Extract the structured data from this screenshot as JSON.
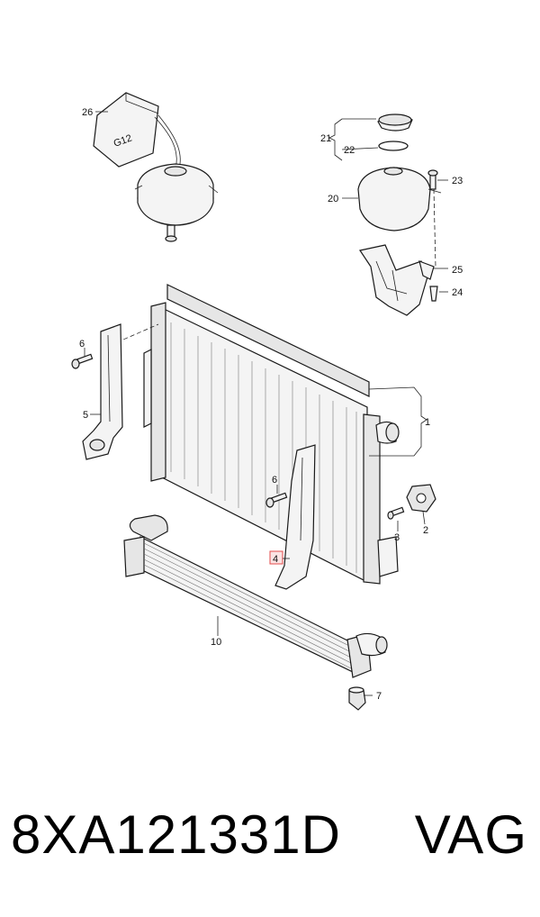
{
  "diagram": {
    "callouts": {
      "c1": "1",
      "c2": "2",
      "c3": "3",
      "c4": "4",
      "c5": "5",
      "c6a": "6",
      "c6b": "6",
      "c7": "7",
      "c10": "10",
      "c20": "20",
      "c21": "21",
      "c22": "22",
      "c23": "23",
      "c24": "24",
      "c25": "25",
      "c26": "26"
    },
    "bottle_marking": "G12",
    "highlighted_callout": "4",
    "highlight_color": "#e34b4b"
  },
  "caption": {
    "part_number": "8XA121331D",
    "brand": "VAG"
  }
}
